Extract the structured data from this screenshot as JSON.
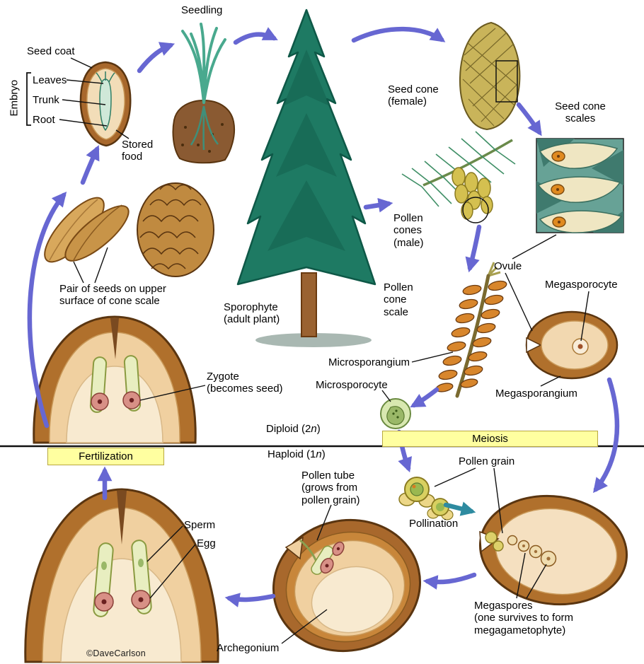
{
  "diagram": {
    "subject": "pine-life-cycle",
    "colors": {
      "arrow_purple": "#6767d2",
      "arrow_teal": "#2e8ba0",
      "stage_box_bg": "#ffffa0",
      "tree_green": "#1e7a63",
      "cone_tan": "#c9b45a",
      "ovule_brown": "#b0702c",
      "ovule_inner": "#f0d0a0"
    }
  },
  "labels": {
    "seedling": "Seedling",
    "seed_coat": "Seed coat",
    "embryo": "Embryo",
    "leaves": "Leaves",
    "trunk": "Trunk",
    "root": "Root",
    "stored_food": "Stored\nfood",
    "seed_cone": "Seed cone\n(female)",
    "seed_cone_scales": "Seed cone\nscales",
    "pollen_cones": "Pollen\ncones\n(male)",
    "sporophyte": "Sporophyte\n(adult plant)",
    "pollen_cone_scale": "Pollen\ncone\nscale",
    "microsporangium": "Microsporangium",
    "microsporocyte": "Microsporocyte",
    "ovule": "Ovule",
    "megasporocyte": "Megasporocyte",
    "megasporangium": "Megasporangium",
    "pair_of_seeds": "Pair of seeds on upper\nsurface of cone scale",
    "zygote": "Zygote\n(becomes seed)",
    "diploid_prefix": "Diploid (2",
    "haploid_prefix": "Haploid (1",
    "ploidy_n": "n",
    "close_paren": ")",
    "fertilization": "Fertilization",
    "meiosis": "Meiosis",
    "pollen_grain": "Pollen grain",
    "pollen_tube": "Pollen tube\n(grows from\npollen grain)",
    "pollination": "Pollination",
    "sperm": "Sperm",
    "egg": "Egg",
    "megaspores": "Megaspores\n(one survives to form\nmegagametophyte)",
    "archegonium": "Archegonium",
    "credit": "©DaveCarlson"
  }
}
